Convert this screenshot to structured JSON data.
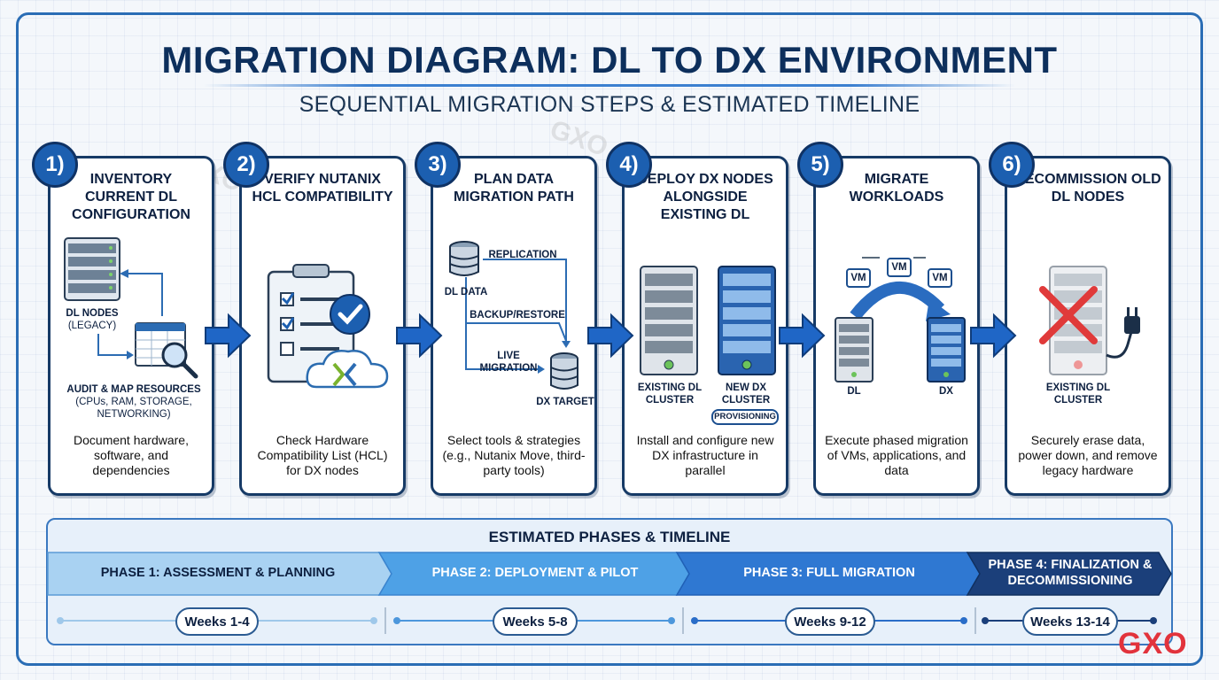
{
  "title": "MIGRATION DIAGRAM: DL TO DX ENVIRONMENT",
  "subtitle": "SEQUENTIAL MIGRATION STEPS & ESTIMATED TIMELINE",
  "steps": [
    {
      "number": "1)",
      "title": "INVENTORY CURRENT DL CONFIGURATION",
      "labels": {
        "nodes": "DL NODES",
        "nodes_sub": "(LEGACY)",
        "audit": "AUDIT & MAP RESOURCES",
        "audit_sub": "(CPUs, RAM, STORAGE, NETWORKING)"
      },
      "description": "Document hardware, software, and dependencies"
    },
    {
      "number": "2)",
      "title": "VERIFY NUTANIX HCL COMPATIBILITY",
      "description": "Check Hardware Compatibility List (HCL) for DX nodes"
    },
    {
      "number": "3)",
      "title": "PLAN DATA MIGRATION PATH",
      "labels": {
        "dl_data": "DL DATA",
        "replication": "REPLICATION",
        "backup": "BACKUP/RESTORE",
        "live": "LIVE MIGRATION",
        "dx_target": "DX TARGET"
      },
      "description": "Select tools & strategies (e.g., Nutanix Move, third-party tools)"
    },
    {
      "number": "4)",
      "title": "DEPLOY DX NODES ALONGSIDE EXISTING DL",
      "labels": {
        "existing": "EXISTING DL CLUSTER",
        "new": "NEW DX CLUSTER",
        "provisioning": "PROVISIONING"
      },
      "description": "Install and configure new DX infrastructure in parallel"
    },
    {
      "number": "5)",
      "title": "MIGRATE WORKLOADS",
      "labels": {
        "vm": "VM",
        "dl": "DL",
        "dx": "DX"
      },
      "description": "Execute phased migration of VMs, applications, and data"
    },
    {
      "number": "6)",
      "title": "DECOMMISSION OLD DL NODES",
      "labels": {
        "existing": "EXISTING DL CLUSTER"
      },
      "description": "Securely erase data, power down, and remove legacy hardware"
    }
  ],
  "timeline": {
    "title": "ESTIMATED PHASES & TIMELINE",
    "phases": [
      {
        "label": "PHASE 1: ASSESSMENT & PLANNING",
        "weeks": "Weeks 1-4"
      },
      {
        "label": "PHASE 2: DEPLOYMENT & PILOT",
        "weeks": "Weeks 5-8"
      },
      {
        "label": "PHASE 3: FULL MIGRATION",
        "weeks": "Weeks 9-12"
      },
      {
        "label": "PHASE 4: FINALIZATION & DECOMMISSIONING",
        "weeks": "Weeks 13-14"
      }
    ]
  },
  "watermark": "GXO",
  "logo": "GXO",
  "colors": {
    "navy": "#0d2f5c",
    "accent": "#1c5fb0",
    "red": "#e2333c"
  }
}
